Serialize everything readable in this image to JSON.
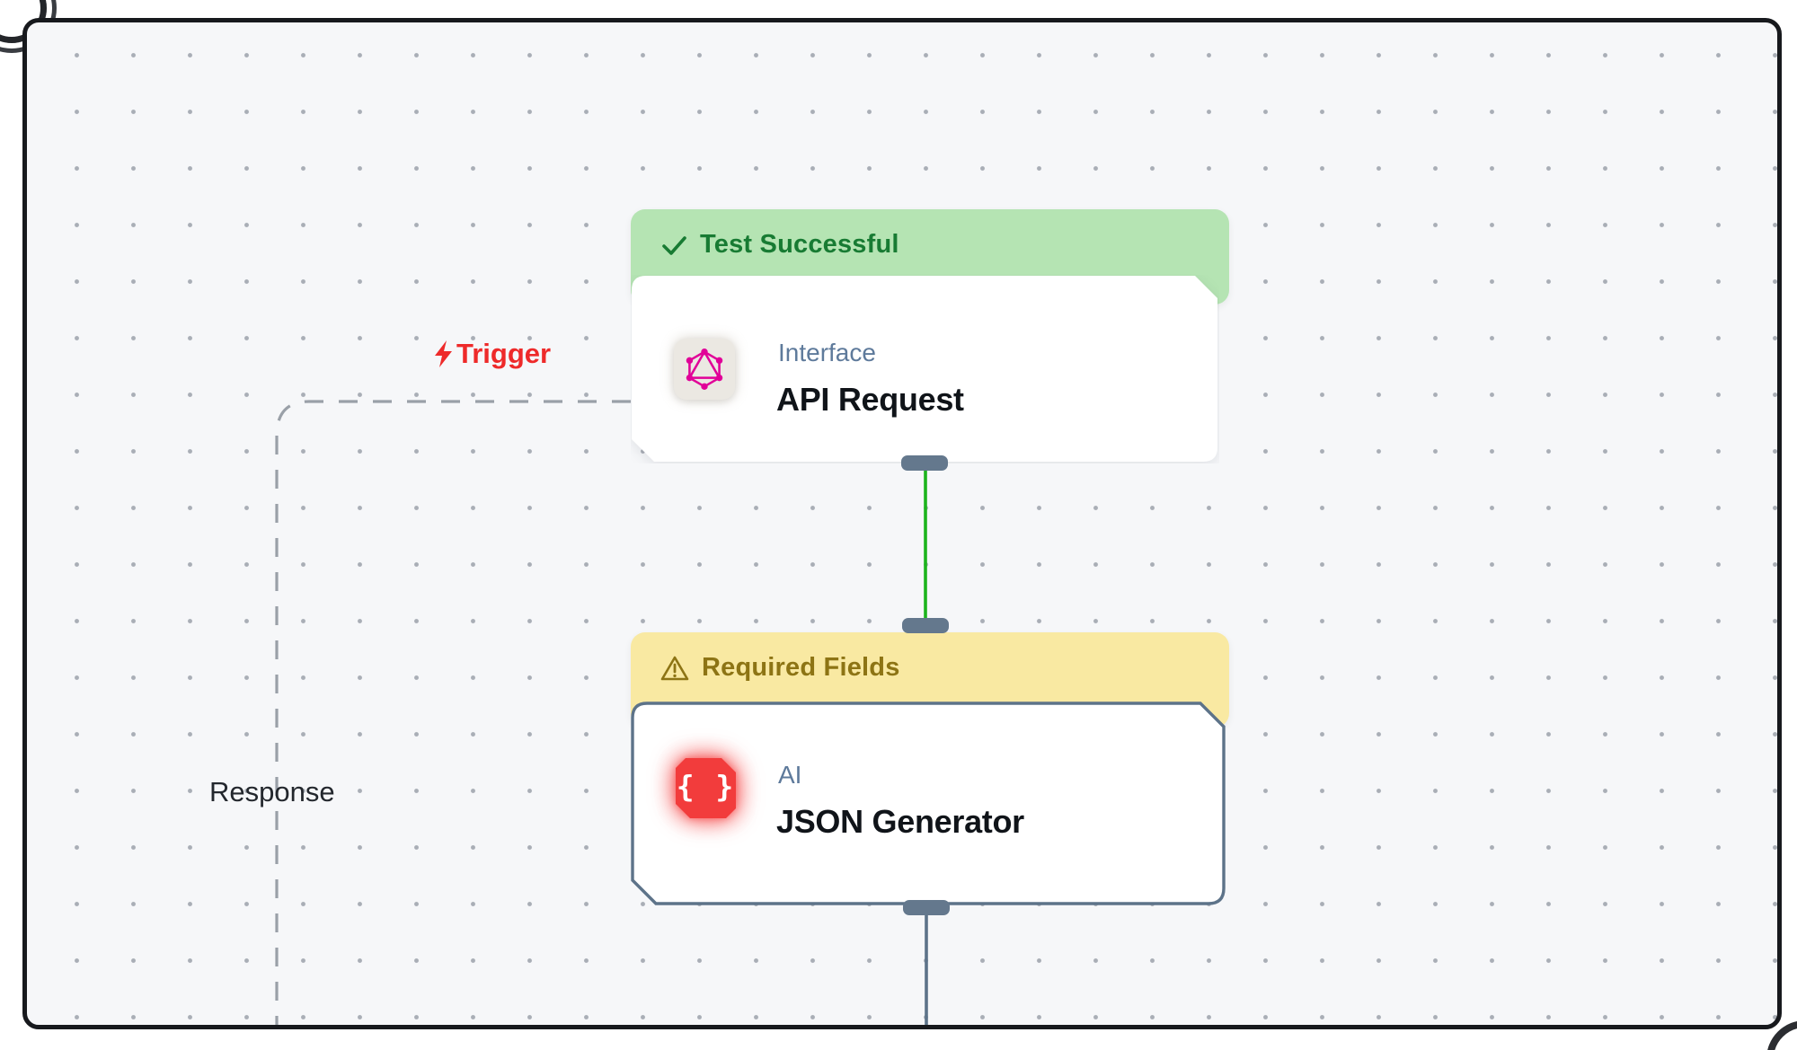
{
  "canvas": {
    "background": "#f6f7f9",
    "border_color": "#17191d",
    "dot_color": "#a9aeb6"
  },
  "edge_labels": {
    "trigger": "Trigger",
    "response": "Response"
  },
  "nodes": [
    {
      "id": "api-request",
      "banner": {
        "icon": "check-icon",
        "text": "Test Successful",
        "status": "success",
        "bg": "#b5e4b3",
        "text_color": "#187b33"
      },
      "category": "Interface",
      "title": "API Request",
      "icon": "graphql-icon",
      "icon_color": "#e10098"
    },
    {
      "id": "json-generator",
      "banner": {
        "icon": "warning-icon",
        "text": "Required Fields",
        "status": "warning",
        "bg": "#f9e9a2",
        "text_color": "#8d7414"
      },
      "category": "AI",
      "title": "JSON Generator",
      "icon": "json-braces-icon",
      "icon_glyph": "{ }",
      "icon_color": "#f23c3c"
    }
  ],
  "connectors": {
    "success_color": "#1db41d",
    "default_color": "#5d7389",
    "handle_color": "#64788d",
    "dashed_color": "#9aa0a8"
  }
}
